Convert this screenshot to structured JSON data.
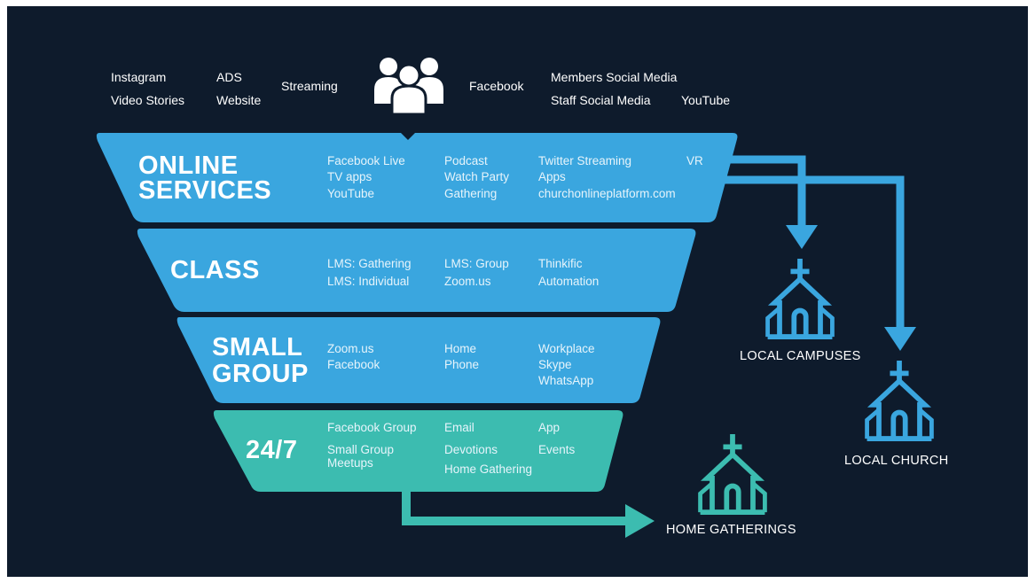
{
  "colors": {
    "background": "#0e1b2c",
    "funnel_blue": "#3aa6df",
    "funnel_teal": "#3cbcb0",
    "arrow_blue": "#3aa6df",
    "arrow_teal": "#3cbcb0",
    "text": "#ffffff"
  },
  "icons": {
    "people": "people-group-icon",
    "church": "church-icon"
  },
  "channels": {
    "col1": [
      "Instagram",
      "Video Stories"
    ],
    "col2": [
      "ADS",
      "Website"
    ],
    "col3": [
      "Streaming"
    ],
    "col4": [
      "Facebook"
    ],
    "col5": [
      "Members Social Media",
      "Staff Social Media"
    ],
    "col6": [
      "YouTube"
    ]
  },
  "tiers": [
    {
      "title": [
        "ONLINE",
        "SERVICES"
      ],
      "col1": [
        "Facebook Live",
        "TV apps",
        "YouTube"
      ],
      "col2": [
        "Podcast",
        "Watch Party",
        "Gathering"
      ],
      "col3": [
        "Twitter Streaming",
        "Apps",
        "churchonlineplatform.com"
      ],
      "col4": [
        "VR"
      ]
    },
    {
      "title": [
        "CLASS"
      ],
      "col1": [
        "LMS: Gathering",
        "LMS: Individual"
      ],
      "col2": [
        "LMS: Group",
        "Zoom.us"
      ],
      "col3": [
        "Thinkific",
        "Automation"
      ]
    },
    {
      "title": [
        "SMALL",
        "GROUP"
      ],
      "col1": [
        "Zoom.us",
        "Facebook"
      ],
      "col2": [
        "Home",
        "Phone"
      ],
      "col3": [
        "Workplace",
        "Skype",
        "WhatsApp"
      ]
    },
    {
      "title": [
        "24/7"
      ],
      "col1": [
        "Facebook Group",
        "Small Group",
        "Meetups"
      ],
      "col2": [
        "Email",
        "Devotions",
        "Home Gathering"
      ],
      "col3": [
        "App",
        "Events"
      ]
    }
  ],
  "destinations": {
    "local_campuses": "LOCAL CAMPUSES",
    "local_church": "LOCAL CHURCH",
    "home_gatherings": "HOME GATHERINGS"
  }
}
